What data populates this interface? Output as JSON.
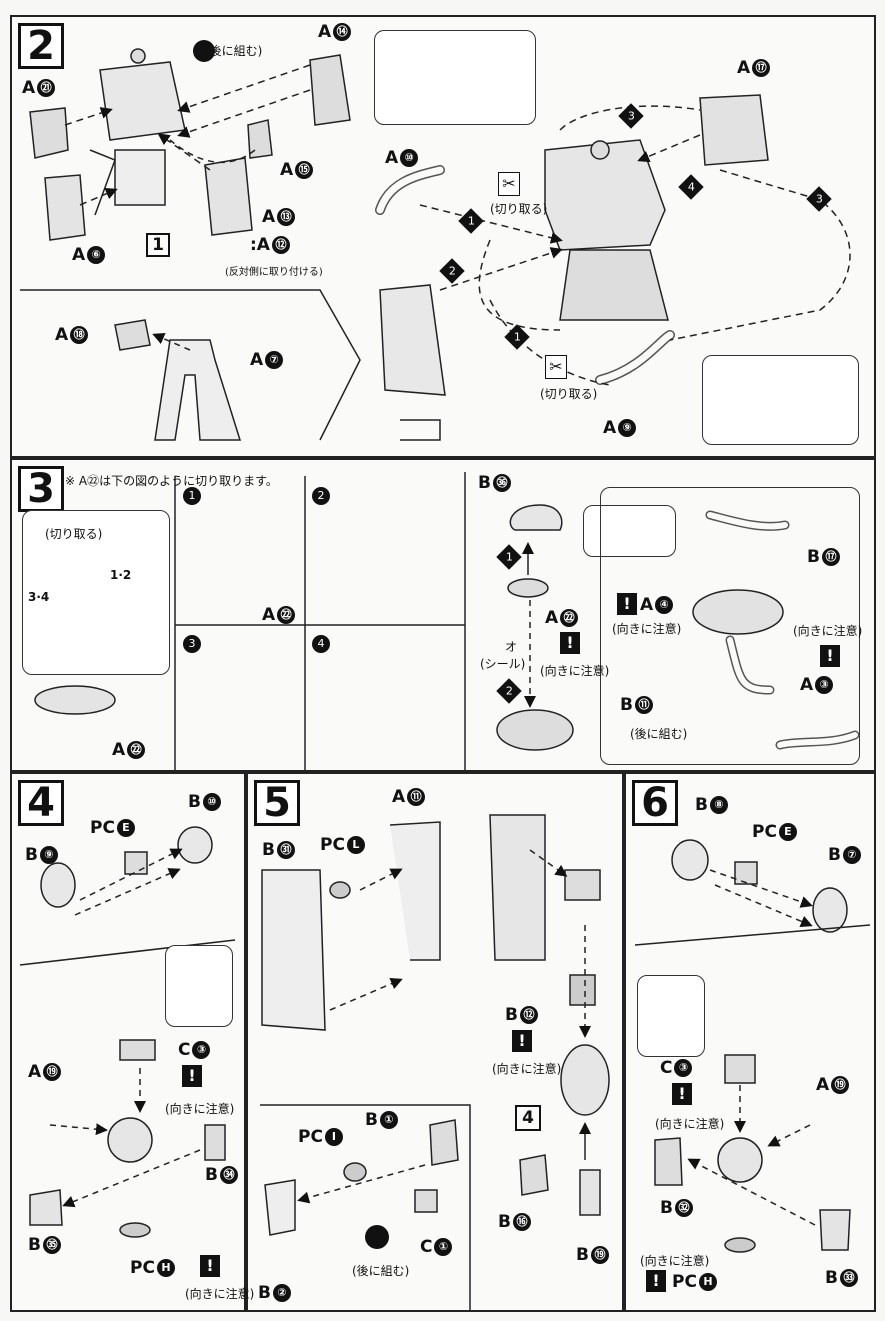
{
  "steps": {
    "s2": {
      "num": "2"
    },
    "s3": {
      "num": "3",
      "note": "※ A㉒は下の図のように切り取ります。"
    },
    "s4": {
      "num": "4"
    },
    "s5": {
      "num": "5"
    },
    "s6": {
      "num": "6"
    }
  },
  "text": {
    "cut": "(切り取る)",
    "later": "(後に組む)",
    "opposite": "(反対側に取り付ける)",
    "careful": "(向きに注意)",
    "seal": "(シール)",
    "o": "オ"
  },
  "labels": {
    "A21": "A",
    "A21n": "㉑",
    "A14": "A",
    "A14n": "⑭",
    "A15": "A",
    "A15n": "⑮",
    "A13": "A",
    "A13n": "⑬",
    "A12": ":A",
    "A12n": "⑫",
    "A6": "A",
    "A6n": "⑥",
    "A10": "A",
    "A10n": "⑩",
    "A17": "A",
    "A17n": "⑰",
    "A18": "A",
    "A18n": "⑱",
    "A7": "A",
    "A7n": "⑦",
    "A9": "A",
    "A9n": "⑨",
    "A22a": "A",
    "A22an": "㉒",
    "A22b": "A",
    "A22bn": "㉒",
    "A22c": "A",
    "A22cn": "㉒",
    "B36": "B",
    "B36n": "㊱",
    "B17": "B",
    "B17n": "⑰",
    "A4": "A",
    "A4n": "④",
    "A3": "A",
    "A3n": "③",
    "B11": "B",
    "B11n": "⑪",
    "B10": "B",
    "B10n": "⑩",
    "PCE1": "PC",
    "PCE1n": "E",
    "B9": "B",
    "B9n": "⑨",
    "C3a": "C",
    "C3an": "③",
    "A19a": "A",
    "A19an": "⑲",
    "B34": "B",
    "B34n": "㉞",
    "B35": "B",
    "B35n": "㉟",
    "PCH1": "PC",
    "PCH1n": "H",
    "A11": "A",
    "A11n": "⑪",
    "B31": "B",
    "B31n": "㉛",
    "PCL": "PC",
    "PCLn": "L",
    "B12": "B",
    "B12n": "⑫",
    "B1": "B",
    "B1n": "①",
    "PCI": "PC",
    "PCIn": "I",
    "C1": "C",
    "C1n": "①",
    "B2": "B",
    "B2n": "②",
    "B16": "B",
    "B16n": "⑯",
    "B19": "B",
    "B19n": "⑲",
    "B8": "B",
    "B8n": "⑧",
    "PCE2": "PC",
    "PCE2n": "E",
    "B7": "B",
    "B7n": "⑦",
    "C3b": "C",
    "C3bn": "③",
    "A19b": "A",
    "A19bn": "⑲",
    "B32": "B",
    "B32n": "㉜",
    "B33": "B",
    "B33n": "㉝",
    "PCH2": "PC",
    "PCH2n": "H"
  },
  "refs": {
    "ref1": "1",
    "ref4": "4"
  },
  "seq": {
    "s1": "1",
    "s2": "2",
    "s3": "3",
    "s4": "4"
  },
  "sub": {
    "n1": "1",
    "n2": "2",
    "n3": "3",
    "n4": "4",
    "n12": "1·2",
    "n34": "3·4"
  }
}
